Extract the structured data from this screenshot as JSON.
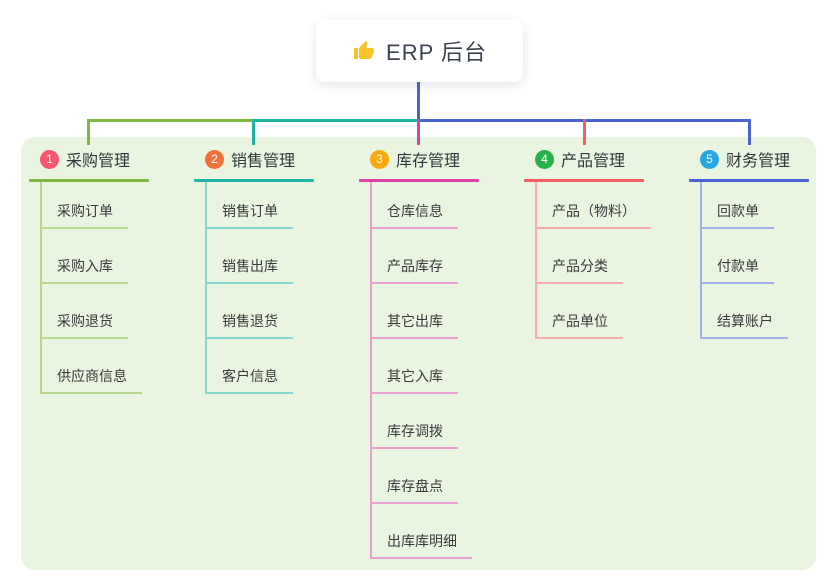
{
  "canvas": {
    "background": "#ffffff",
    "panel_color": "#e9f5e0"
  },
  "root": {
    "label": "ERP 后台",
    "icon": "thumbs-up-icon",
    "icon_color": "#f7c325",
    "stem_color": "#4a63d3"
  },
  "branches": [
    {
      "index": "1",
      "title": "采购管理",
      "color": "#7eb83e",
      "tint": "#b5d88b",
      "badge_color": "#f4566f",
      "items": [
        "采购订单",
        "采购入库",
        "采购退货",
        "供应商信息"
      ]
    },
    {
      "index": "2",
      "title": "销售管理",
      "color": "#1fb3a7",
      "tint": "#84d6cf",
      "badge_color": "#f0713a",
      "items": [
        "销售订单",
        "销售出库",
        "销售退货",
        "客户信息"
      ]
    },
    {
      "index": "3",
      "title": "库存管理",
      "color": "#d944a5",
      "tint": "#eb9fd1",
      "badge_color": "#f7a90e",
      "items": [
        "仓库信息",
        "产品库存",
        "其它出库",
        "其它入库",
        "库存调拨",
        "库存盘点",
        "出库库明细"
      ]
    },
    {
      "index": "4",
      "title": "产品管理",
      "color": "#f15f5f",
      "tint": "#f8adad",
      "badge_color": "#28b14c",
      "items": [
        "产品（物料）",
        "产品分类",
        "产品单位"
      ]
    },
    {
      "index": "5",
      "title": "财务管理",
      "color": "#4a63d3",
      "tint": "#a3b1e9",
      "badge_color": "#2aa7de",
      "items": [
        "回款单",
        "付款单",
        "结算账户"
      ]
    }
  ]
}
